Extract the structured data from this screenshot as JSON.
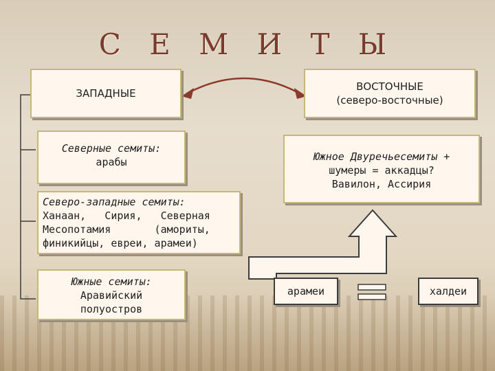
{
  "title": "С Е М И Т Ы",
  "west": {
    "label": "ЗАПАДНЫЕ",
    "northern": {
      "line1": "Северные семиты:",
      "line2": "арабы"
    },
    "northwestern": {
      "line1": "Северо-западные семиты:",
      "line2": "Ханаан,   Сирия,   Северная",
      "line3": "Месопотамия       (амориты,",
      "line4": "финикийцы, евреи, арамеи)"
    },
    "southern": {
      "line1": "Южные семиты:",
      "line2": "Аравийский",
      "line3": "полуостров"
    }
  },
  "east": {
    "label1": "ВОСТОЧНЫЕ",
    "label2": "(северо-восточные)",
    "mesopotamia": {
      "line1": "Южное Двуречьесемиты +",
      "line2": "шумеры = аккадцы?",
      "line3": "Вавилон, Ассирия"
    },
    "arameans": "арамеи",
    "chaldeans": "халдеи"
  },
  "colors": {
    "title": "#7b3a2e",
    "arrow": "#8a3a2a"
  }
}
